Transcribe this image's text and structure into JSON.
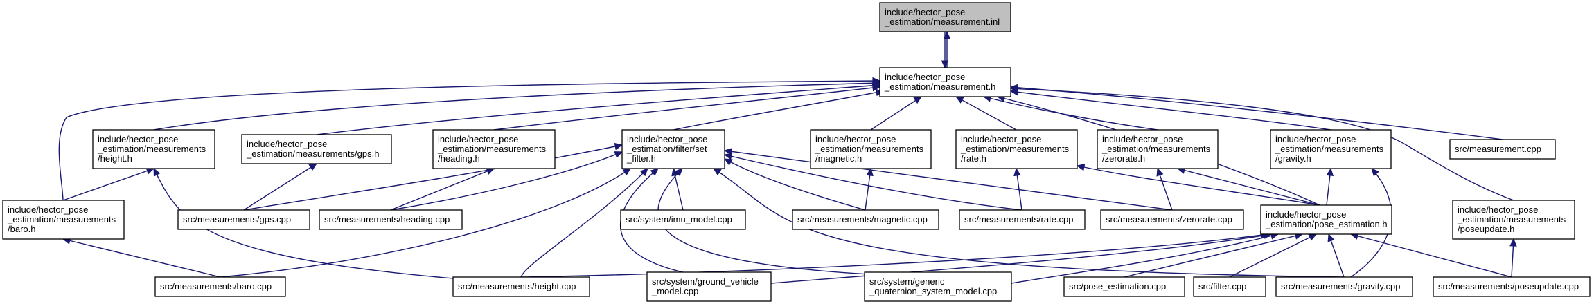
{
  "diagram": {
    "type": "include-dependency-graph",
    "colors": {
      "edge": "#191970",
      "node_border": "#000000",
      "root_fill": "#bfbfbf",
      "node_fill": "#ffffff",
      "text": "#000000"
    },
    "nodes": [
      {
        "id": "meas_inl",
        "lines": [
          "include/hector_pose",
          "_estimation/measurement.inl"
        ],
        "root": true
      },
      {
        "id": "meas_h",
        "lines": [
          "include/hector_pose",
          "_estimation/measurement.h"
        ]
      },
      {
        "id": "height_h",
        "lines": [
          "include/hector_pose",
          "_estimation/measurements",
          "/height.h"
        ]
      },
      {
        "id": "gps_h",
        "lines": [
          "include/hector_pose",
          "_estimation/measurements/gps.h"
        ]
      },
      {
        "id": "heading_h",
        "lines": [
          "include/hector_pose",
          "_estimation/measurements",
          "/heading.h"
        ]
      },
      {
        "id": "setfilter_h",
        "lines": [
          "include/hector_pose",
          "_estimation/filter/set",
          "_filter.h"
        ]
      },
      {
        "id": "magnetic_h",
        "lines": [
          "include/hector_pose",
          "_estimation/measurements",
          "/magnetic.h"
        ]
      },
      {
        "id": "rate_h",
        "lines": [
          "include/hector_pose",
          "_estimation/measurements",
          "/rate.h"
        ]
      },
      {
        "id": "zerorate_h",
        "lines": [
          "include/hector_pose",
          "_estimation/measurements",
          "/zerorate.h"
        ]
      },
      {
        "id": "gravity_h",
        "lines": [
          "include/hector_pose",
          "_estimation/measurements",
          "/gravity.h"
        ]
      },
      {
        "id": "meas_cpp",
        "lines": [
          "src/measurement.cpp"
        ]
      },
      {
        "id": "baro_h",
        "lines": [
          "include/hector_pose",
          "_estimation/measurements",
          "/baro.h"
        ]
      },
      {
        "id": "gps_cpp",
        "lines": [
          "src/measurements/gps.cpp"
        ]
      },
      {
        "id": "heading_cpp",
        "lines": [
          "src/measurements/heading.cpp"
        ]
      },
      {
        "id": "imu_cpp",
        "lines": [
          "src/system/imu_model.cpp"
        ]
      },
      {
        "id": "magnetic_cpp",
        "lines": [
          "src/measurements/magnetic.cpp"
        ]
      },
      {
        "id": "rate_cpp",
        "lines": [
          "src/measurements/rate.cpp"
        ]
      },
      {
        "id": "zerorate_cpp",
        "lines": [
          "src/measurements/zerorate.cpp"
        ]
      },
      {
        "id": "pose_est_h",
        "lines": [
          "include/hector_pose",
          "_estimation/pose_estimation.h"
        ]
      },
      {
        "id": "poseupdate_h",
        "lines": [
          "include/hector_pose",
          "_estimation/measurements",
          "/poseupdate.h"
        ]
      },
      {
        "id": "baro_cpp",
        "lines": [
          "src/measurements/baro.cpp"
        ]
      },
      {
        "id": "height_cpp",
        "lines": [
          "src/measurements/height.cpp"
        ]
      },
      {
        "id": "gv_cpp",
        "lines": [
          "src/system/ground_vehicle",
          "_model.cpp"
        ]
      },
      {
        "id": "gq_cpp",
        "lines": [
          "src/system/generic",
          "_quaternion_system_model.cpp"
        ]
      },
      {
        "id": "pose_est_cpp",
        "lines": [
          "src/pose_estimation.cpp"
        ]
      },
      {
        "id": "filter_cpp",
        "lines": [
          "src/filter.cpp"
        ]
      },
      {
        "id": "gravity_cpp",
        "lines": [
          "src/measurements/gravity.cpp"
        ]
      },
      {
        "id": "poseupdate_cpp",
        "lines": [
          "src/measurements/poseupdate.cpp"
        ]
      }
    ]
  }
}
